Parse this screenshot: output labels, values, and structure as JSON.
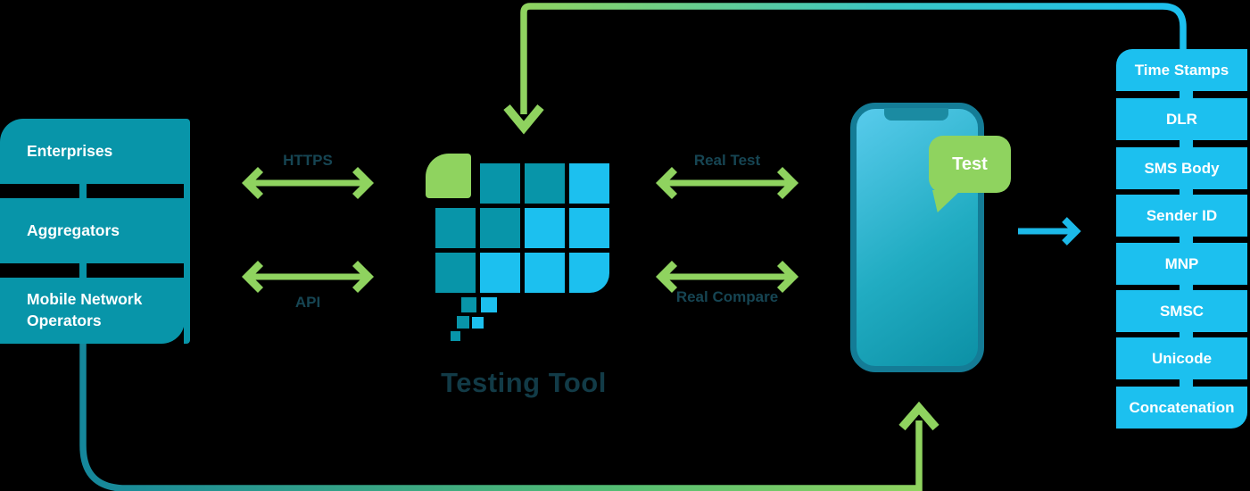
{
  "palette": {
    "background": "#000000",
    "teal": "#0895A9",
    "light_blue": "#1CC0EF",
    "green": "#8FD35F",
    "line_teal": "#15879B",
    "arrow_blue": "#1CB9E8",
    "flow_label_text": "#164553",
    "title_text": "#123B47",
    "white": "#FFFFFF"
  },
  "left_group": {
    "items": [
      {
        "label": "Enterprises"
      },
      {
        "label": "Aggregators"
      },
      {
        "label": "Mobile Network Operators"
      }
    ]
  },
  "flows": {
    "https": "HTTPS",
    "api": "API",
    "real_test": "Real Test",
    "real_compare": "Real Compare"
  },
  "testing_tool": {
    "title": "Testing Tool"
  },
  "phone": {
    "bubble": "Test"
  },
  "right_column": {
    "items": [
      "Time Stamps",
      "DLR",
      "SMS Body",
      "Sender ID",
      "MNP",
      "SMSC",
      "Unicode",
      "Concatenation"
    ]
  }
}
